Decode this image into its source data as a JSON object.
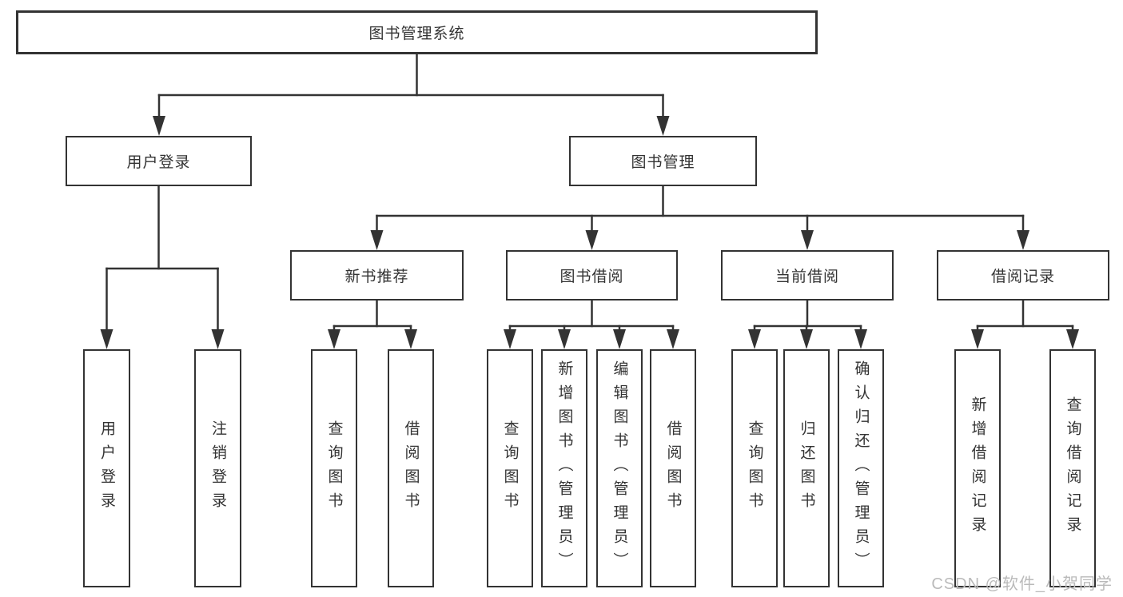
{
  "colors": {
    "ink": "#333333",
    "box_fill": "#ffffff",
    "background": "#ffffff",
    "watermark": "#bababa"
  },
  "watermark": {
    "text": "CSDN @软件_小贺同学"
  },
  "tree": {
    "label": "图书管理系统",
    "children": [
      {
        "label": "用户登录",
        "children": [
          {
            "label": "用户登录"
          },
          {
            "label": "注销登录"
          }
        ]
      },
      {
        "label": "图书管理",
        "children": [
          {
            "label": "新书推荐",
            "children": [
              {
                "label": "查询图书"
              },
              {
                "label": "借阅图书"
              }
            ]
          },
          {
            "label": "图书借阅",
            "children": [
              {
                "label": "查询图书"
              },
              {
                "label": "新增图书（管理员）"
              },
              {
                "label": "编辑图书（管理员）"
              },
              {
                "label": "借阅图书"
              }
            ]
          },
          {
            "label": "当前借阅",
            "children": [
              {
                "label": "查询图书"
              },
              {
                "label": "归还图书"
              },
              {
                "label": "确认归还（管理员）"
              }
            ]
          },
          {
            "label": "借阅记录",
            "children": [
              {
                "label": "新增借阅记录"
              },
              {
                "label": "查询借阅记录"
              }
            ]
          }
        ]
      }
    ]
  }
}
